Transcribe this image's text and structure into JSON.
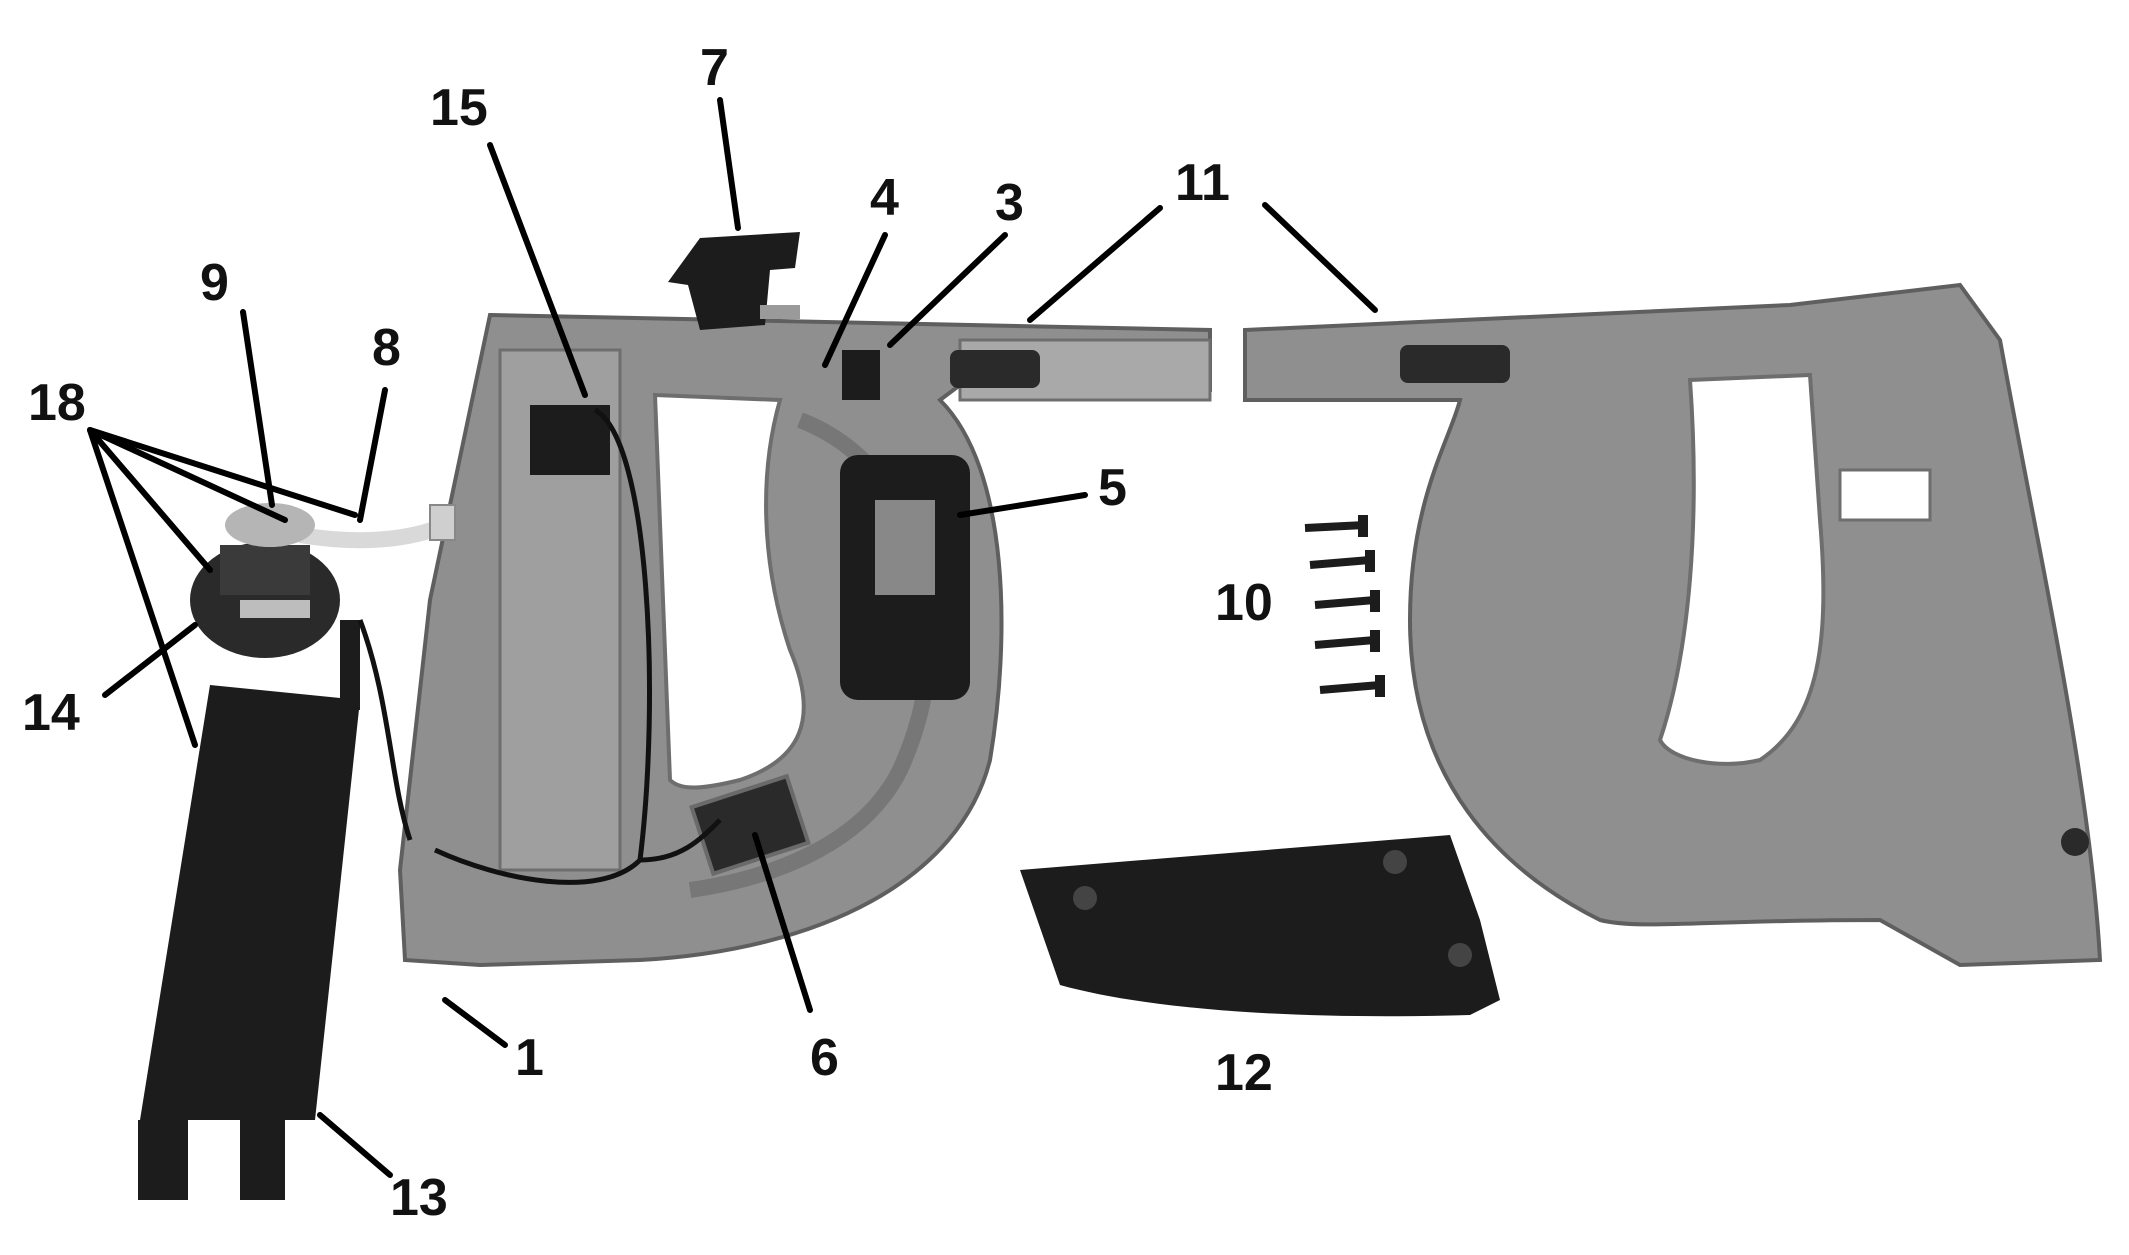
{
  "figure": {
    "type": "exploded-parts-photo",
    "palette": {
      "housing": "#8f8f8f",
      "housing_dark": "#6e6e6e",
      "housing_light": "#a9a9a9",
      "black_part": "#1c1c1c",
      "leader_line": "#000000",
      "label_text": "#111111"
    },
    "callouts": [
      {
        "id": "1",
        "label": "1"
      },
      {
        "id": "3",
        "label": "3"
      },
      {
        "id": "4",
        "label": "4"
      },
      {
        "id": "5",
        "label": "5"
      },
      {
        "id": "6",
        "label": "6"
      },
      {
        "id": "7",
        "label": "7"
      },
      {
        "id": "8",
        "label": "8"
      },
      {
        "id": "9",
        "label": "9"
      },
      {
        "id": "10",
        "label": "10"
      },
      {
        "id": "11",
        "label": "11"
      },
      {
        "id": "12",
        "label": "12"
      },
      {
        "id": "13",
        "label": "13"
      },
      {
        "id": "14",
        "label": "14"
      },
      {
        "id": "15",
        "label": "15"
      },
      {
        "id": "18",
        "label": "18"
      }
    ]
  }
}
